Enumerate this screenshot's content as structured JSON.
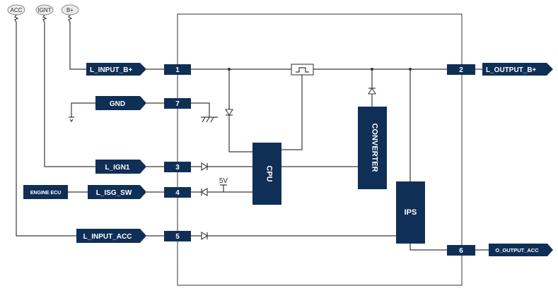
{
  "terminals": {
    "acc": "ACC",
    "ignt": "IGNT",
    "bplus": "B+"
  },
  "inputs": {
    "input_b": "L_INPUT_B+",
    "gnd": "GND",
    "ign1": "L_IGN1",
    "isg_sw": "L_ISG_SW",
    "input_acc": "L_INPUT_ACC",
    "engine_ecu": "ENGINE ECU"
  },
  "pins": {
    "p1": "1",
    "p7": "7",
    "p3": "3",
    "p4": "4",
    "p5": "5",
    "p2": "2",
    "p6": "6"
  },
  "blocks": {
    "cpu": "CPU",
    "converter": "CONVERTER",
    "ips": "IPS"
  },
  "voltage": "5V",
  "outputs": {
    "output_b": "L_OUTPUT_B+",
    "output_acc": "O_OUTPUT_ACC"
  }
}
